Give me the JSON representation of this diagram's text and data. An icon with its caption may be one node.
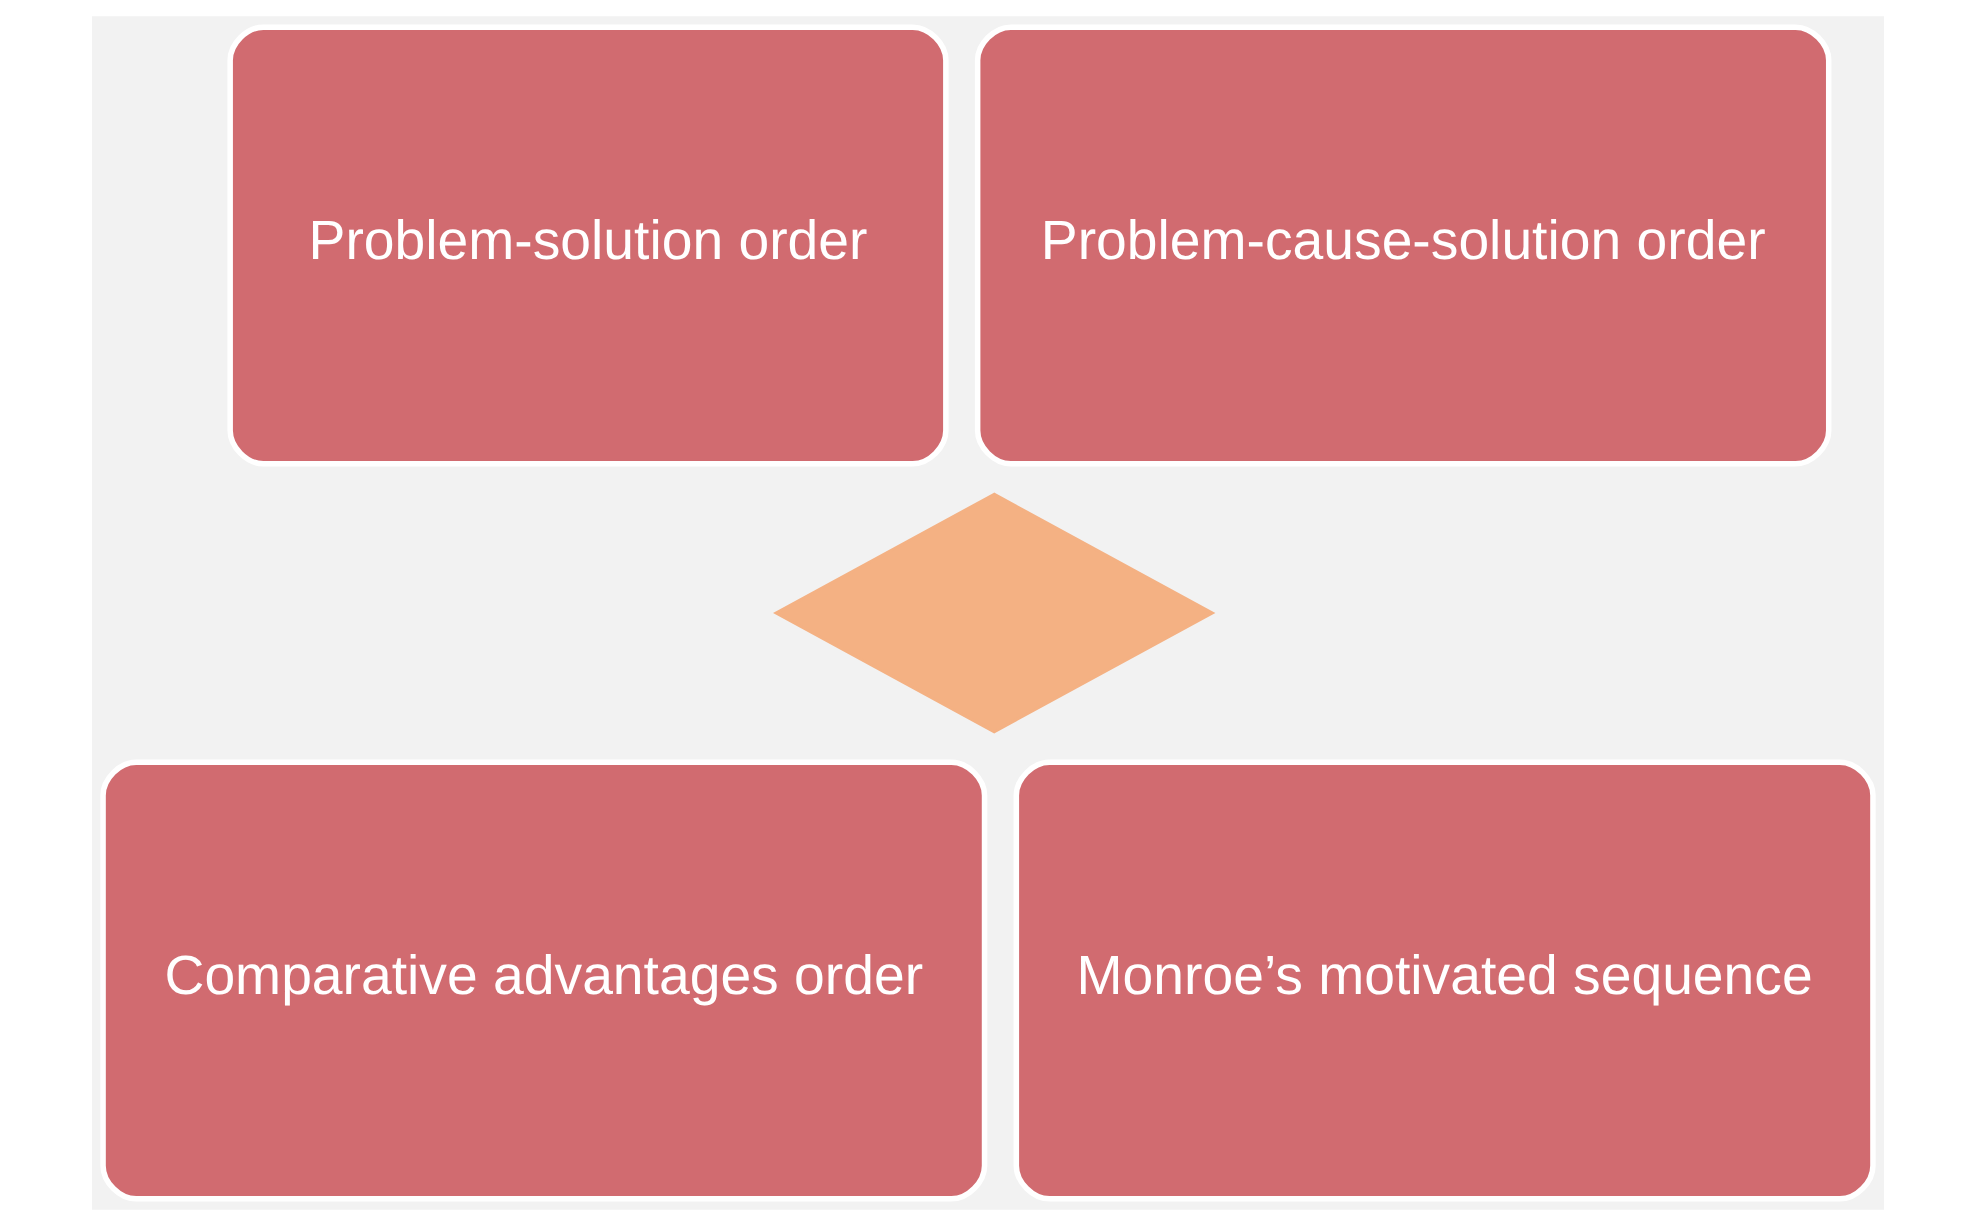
{
  "diagram": {
    "nodes": [
      {
        "text": [],
        "shape": "diamond"
      },
      {
        "text": [
          "Problem-solution order"
        ]
      },
      {
        "text": [
          "Problem-cause-solution order"
        ]
      },
      {
        "text": [
          "Comparative advantages order"
        ]
      },
      {
        "text": [
          "Monroe’s motivated sequence"
        ]
      }
    ]
  }
}
